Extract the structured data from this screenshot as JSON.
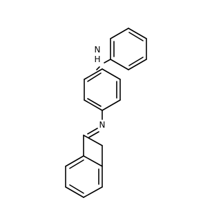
{
  "molecule": {
    "atoms": {
      "nh": {
        "element": "N",
        "label": "N",
        "hydrogen_label": "H"
      },
      "imine_n": {
        "element": "N",
        "label": "N"
      }
    },
    "colors": {
      "bond": "#000000",
      "label": "#000000",
      "background": "#ffffff"
    }
  }
}
